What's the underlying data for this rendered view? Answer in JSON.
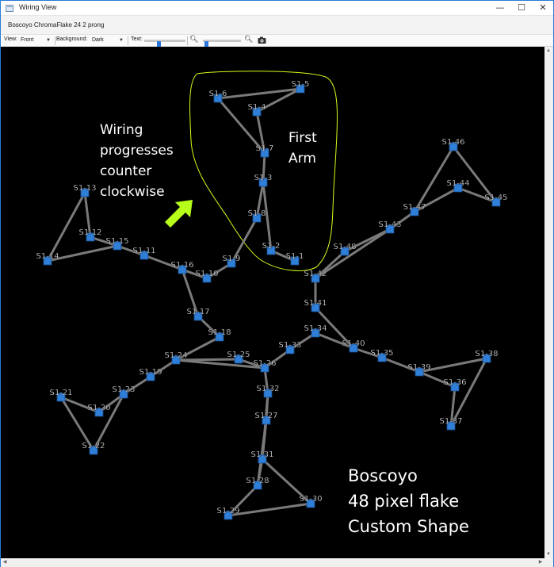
{
  "window": {
    "title": "Wiring View",
    "subtitle": "Boscoyo ChromaFlake 24 2 prong",
    "buttons": {
      "minimize": "—",
      "maximize": "☐",
      "close": "✕"
    }
  },
  "toolbar": {
    "view_label": "View:",
    "view_value": "Front",
    "background_label": "Background:",
    "background_value": "Dark",
    "text_label": "Text:",
    "text_slider_level": 0.35,
    "zoom_slider_level": 0.05
  },
  "icons": {
    "zoom_out": "zoom-out-icon",
    "zoom_in": "zoom-in-icon",
    "camera": "camera-icon"
  },
  "canvas": {
    "background": "#000000",
    "wire_color": "#7a7a7a",
    "node_color": "#2f7fd8",
    "annotation_color": "#ffffff",
    "outline_color": "#d4ff1a",
    "arrow_color": "#b7ff1a",
    "annotations": {
      "wiring_lines": [
        "Wiring",
        "progresses",
        "counter",
        "clockwise"
      ],
      "first_arm_lines": [
        "First",
        "Arm"
      ],
      "product_lines": [
        "Boscoyo",
        "48 pixel flake",
        "Custom Shape"
      ]
    }
  },
  "nodes": [
    {
      "id": "S1-1"
    },
    {
      "id": "S1-2"
    },
    {
      "id": "S1-3"
    },
    {
      "id": "S1-4"
    },
    {
      "id": "S1-5"
    },
    {
      "id": "S1-6"
    },
    {
      "id": "S1-7"
    },
    {
      "id": "S1-8"
    },
    {
      "id": "S1-9"
    },
    {
      "id": "S1-10"
    },
    {
      "id": "S1-11"
    },
    {
      "id": "S1-12"
    },
    {
      "id": "S1-13"
    },
    {
      "id": "S1-14"
    },
    {
      "id": "S1-15"
    },
    {
      "id": "S1-16"
    },
    {
      "id": "S1-17"
    },
    {
      "id": "S1-18"
    },
    {
      "id": "S1-19"
    },
    {
      "id": "S1-20"
    },
    {
      "id": "S1-21"
    },
    {
      "id": "S1-22"
    },
    {
      "id": "S1-23"
    },
    {
      "id": "S1-24"
    },
    {
      "id": "S1-25"
    },
    {
      "id": "S1-26"
    },
    {
      "id": "S1-27"
    },
    {
      "id": "S1-28"
    },
    {
      "id": "S1-29"
    },
    {
      "id": "S1-30"
    },
    {
      "id": "S1-31"
    },
    {
      "id": "S1-32"
    },
    {
      "id": "S1-33"
    },
    {
      "id": "S1-34"
    },
    {
      "id": "S1-35"
    },
    {
      "id": "S1-36"
    },
    {
      "id": "S1-37"
    },
    {
      "id": "S1-38"
    },
    {
      "id": "S1-39"
    },
    {
      "id": "S1-40"
    },
    {
      "id": "S1-41"
    },
    {
      "id": "S1-42"
    },
    {
      "id": "S1-43"
    },
    {
      "id": "S1-44"
    },
    {
      "id": "S1-45"
    },
    {
      "id": "S1-46"
    },
    {
      "id": "S1-47"
    },
    {
      "id": "S1-48"
    }
  ],
  "wires": [
    [
      "S1-1",
      "S1-2"
    ],
    [
      "S1-2",
      "S1-3"
    ],
    [
      "S1-3",
      "S1-7"
    ],
    [
      "S1-7",
      "S1-4"
    ],
    [
      "S1-4",
      "S1-5"
    ],
    [
      "S1-5",
      "S1-6"
    ],
    [
      "S1-6",
      "S1-7"
    ],
    [
      "S1-3",
      "S1-8"
    ],
    [
      "S1-8",
      "S1-9"
    ],
    [
      "S1-9",
      "S1-10"
    ],
    [
      "S1-10",
      "S1-16"
    ],
    [
      "S1-16",
      "S1-11"
    ],
    [
      "S1-11",
      "S1-15"
    ],
    [
      "S1-15",
      "S1-12"
    ],
    [
      "S1-12",
      "S1-13"
    ],
    [
      "S1-13",
      "S1-14"
    ],
    [
      "S1-14",
      "S1-15"
    ],
    [
      "S1-16",
      "S1-17"
    ],
    [
      "S1-17",
      "S1-18"
    ],
    [
      "S1-18",
      "S1-24"
    ],
    [
      "S1-24",
      "S1-19"
    ],
    [
      "S1-19",
      "S1-23"
    ],
    [
      "S1-23",
      "S1-20"
    ],
    [
      "S1-20",
      "S1-21"
    ],
    [
      "S1-21",
      "S1-22"
    ],
    [
      "S1-22",
      "S1-23"
    ],
    [
      "S1-24",
      "S1-25"
    ],
    [
      "S1-25",
      "S1-26"
    ],
    [
      "S1-24",
      "S1-26"
    ],
    [
      "S1-26",
      "S1-32"
    ],
    [
      "S1-32",
      "S1-27"
    ],
    [
      "S1-27",
      "S1-31"
    ],
    [
      "S1-31",
      "S1-28"
    ],
    [
      "S1-28",
      "S1-29"
    ],
    [
      "S1-29",
      "S1-30"
    ],
    [
      "S1-30",
      "S1-31"
    ],
    [
      "S1-32",
      "S1-31"
    ],
    [
      "S1-28",
      "S1-27"
    ],
    [
      "S1-26",
      "S1-33"
    ],
    [
      "S1-33",
      "S1-34"
    ],
    [
      "S1-34",
      "S1-40"
    ],
    [
      "S1-40",
      "S1-35"
    ],
    [
      "S1-35",
      "S1-39"
    ],
    [
      "S1-39",
      "S1-36"
    ],
    [
      "S1-36",
      "S1-37"
    ],
    [
      "S1-37",
      "S1-38"
    ],
    [
      "S1-38",
      "S1-39"
    ],
    [
      "S1-40",
      "S1-41"
    ],
    [
      "S1-41",
      "S1-42"
    ],
    [
      "S1-42",
      "S1-48"
    ],
    [
      "S1-48",
      "S1-43"
    ],
    [
      "S1-42",
      "S1-43"
    ],
    [
      "S1-43",
      "S1-47"
    ],
    [
      "S1-47",
      "S1-44"
    ],
    [
      "S1-44",
      "S1-45"
    ],
    [
      "S1-45",
      "S1-46"
    ],
    [
      "S1-46",
      "S1-47"
    ]
  ]
}
